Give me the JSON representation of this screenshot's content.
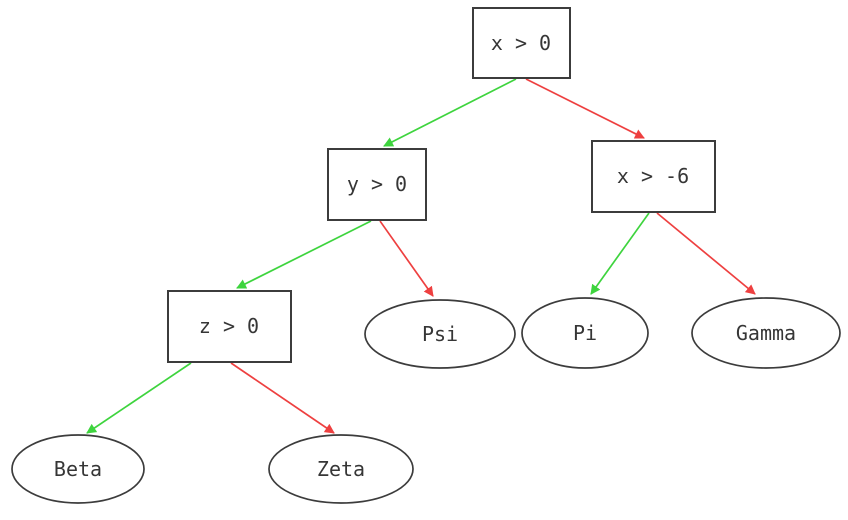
{
  "diagram": {
    "kind": "decision-tree",
    "nodes": {
      "root": {
        "label": "x > 0",
        "type": "decision"
      },
      "y0": {
        "label": "y > 0",
        "type": "decision"
      },
      "xm6": {
        "label": "x > -6",
        "type": "decision"
      },
      "z0": {
        "label": "z > 0",
        "type": "decision"
      },
      "psi": {
        "label": "Psi",
        "type": "leaf"
      },
      "pi": {
        "label": "Pi",
        "type": "leaf"
      },
      "gamma": {
        "label": "Gamma",
        "type": "leaf"
      },
      "beta": {
        "label": "Beta",
        "type": "leaf"
      },
      "zeta": {
        "label": "Zeta",
        "type": "leaf"
      }
    },
    "edges": [
      {
        "from": "x > 0",
        "to": "y > 0",
        "branch": "true"
      },
      {
        "from": "x > 0",
        "to": "x > -6",
        "branch": "false"
      },
      {
        "from": "y > 0",
        "to": "z > 0",
        "branch": "true"
      },
      {
        "from": "y > 0",
        "to": "Psi",
        "branch": "false"
      },
      {
        "from": "x > -6",
        "to": "Pi",
        "branch": "true"
      },
      {
        "from": "x > -6",
        "to": "Gamma",
        "branch": "false"
      },
      {
        "from": "z > 0",
        "to": "Beta",
        "branch": "true"
      },
      {
        "from": "z > 0",
        "to": "Zeta",
        "branch": "false"
      }
    ],
    "colors": {
      "true_edge": "#3ed43e",
      "false_edge": "#ee4040",
      "node_border": "#3c3c3c",
      "text": "#363636",
      "background": "#ffffff"
    }
  }
}
